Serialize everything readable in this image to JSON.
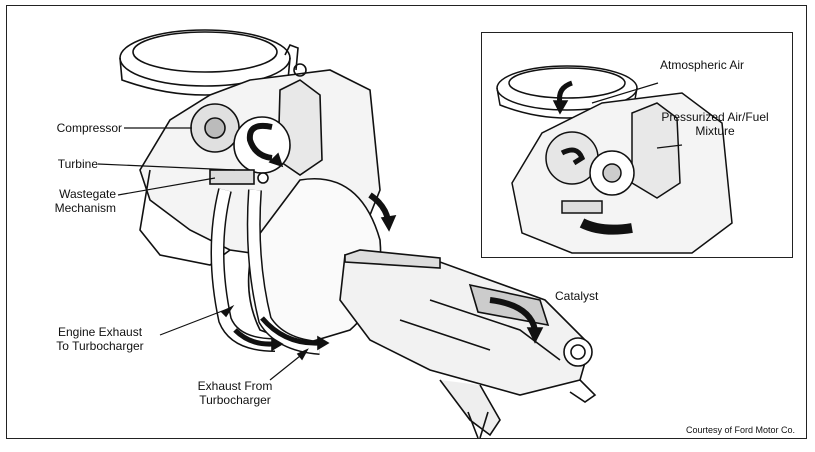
{
  "labels": {
    "compressor": "Compressor",
    "turbine": "Turbine",
    "wastegate_line1": "Wastegate",
    "wastegate_line2": "Mechanism",
    "engine_exhaust_line1": "Engine Exhaust",
    "engine_exhaust_line2": "To Turbocharger",
    "exhaust_from_line1": "Exhaust From",
    "exhaust_from_line2": "Turbocharger",
    "catalyst": "Catalyst",
    "atmospheric_air": "Atmospheric Air",
    "pressurized_line1": "Pressurized Air/Fuel",
    "pressurized_line2": "Mixture"
  },
  "credit": "Courtesy of Ford Motor Co.",
  "colors": {
    "ink": "#111111",
    "paper": "#ffffff",
    "shade": "#9a9a9a"
  }
}
